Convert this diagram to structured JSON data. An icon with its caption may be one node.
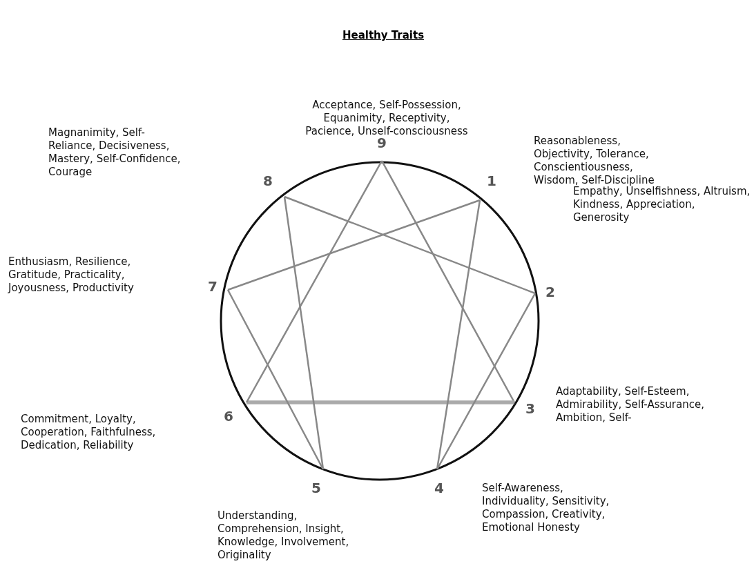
{
  "diagram": {
    "title": "Healthy Traits",
    "nodes": [
      {
        "text": [
          "9"
        ]
      },
      {
        "text": [
          "1"
        ]
      },
      {
        "text": [
          "2"
        ]
      },
      {
        "text": [
          "3"
        ]
      },
      {
        "text": [
          "4"
        ]
      },
      {
        "text": [
          "5"
        ]
      },
      {
        "text": [
          "6"
        ]
      },
      {
        "text": [
          "7"
        ]
      },
      {
        "text": [
          "8"
        ]
      }
    ],
    "edges": [
      {
        "from": 0,
        "to": 3,
        "arrow": "none"
      },
      {
        "from": 3,
        "to": 6,
        "arrow": "none",
        "style": "thick",
        "color": "#aaaaaa"
      },
      {
        "from": 6,
        "to": 0,
        "arrow": "none"
      },
      {
        "from": 1,
        "to": 4,
        "arrow": "none"
      },
      {
        "from": 4,
        "to": 2,
        "arrow": "none"
      },
      {
        "from": 2,
        "to": 8,
        "arrow": "none"
      },
      {
        "from": 8,
        "to": 5,
        "arrow": "none"
      },
      {
        "from": 5,
        "to": 7,
        "arrow": "none"
      },
      {
        "from": 7,
        "to": 1,
        "arrow": "none"
      }
    ],
    "labels": [
      "Acceptance, Self-Possession, Equanimity, Receptivity, Pacience, Unself-consciousness",
      "Magnanimity, Self-Reliance, Decisiveness, Mastery, Self-Confidence, Courage",
      "Reasonableness, Objectivity, Tolerance, Conscientiousness, Wisdom, Self-Discipline",
      "Empathy, Unselfishness, Altruism, Kindness, Appreciation, Generosity",
      "Enthusiasm, Resilience, Gratitude, Practicality, Joyousness, Productivity",
      "Adaptability, Self-Esteem, Admirability, Self-Assurance, Ambition, Self-",
      "Commitment, Loyalty, Cooperation, Faithfulness, Dedication, Reliability",
      "Self-Awareness, Individuality, Sensitivity, Compassion, Creativity, Emotional Honesty",
      "Understanding, Comprehension, Insight, Knowledge, Involvement, Originality"
    ]
  }
}
